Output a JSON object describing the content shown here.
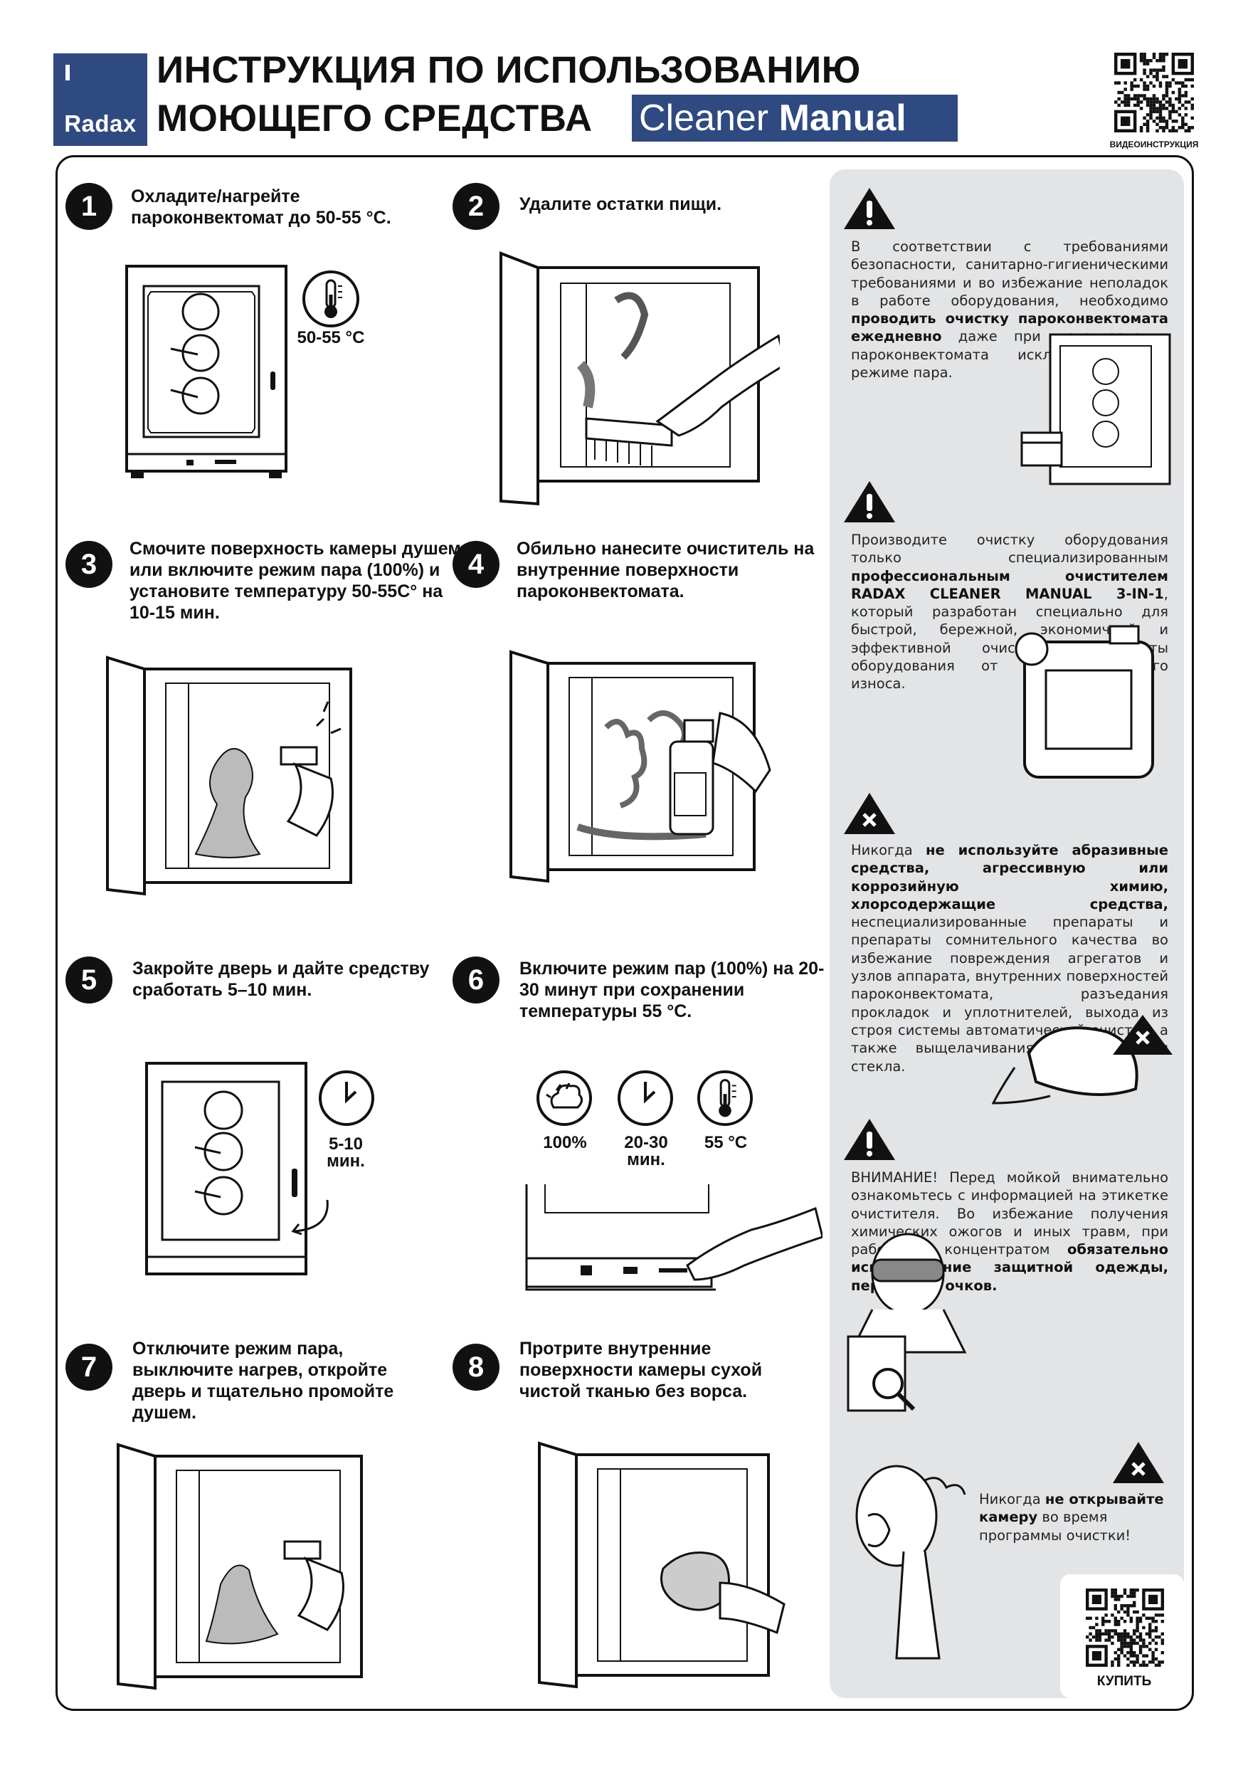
{
  "header": {
    "logo": "Radax",
    "title_line1": "ИНСТРУКЦИЯ ПО ИСПОЛЬЗОВАНИЮ",
    "title_line2": "МОЮЩЕГО СРЕДСТВА",
    "badge_light": "Cleaner ",
    "badge_bold": "Manual",
    "qr_video_label": "ВИДЕОИНСТРУКЦИЯ"
  },
  "steps": [
    {
      "num": "1",
      "text": "Охладите/нагрейте пароконвектомат до 50-55 °С."
    },
    {
      "num": "2",
      "text": "Удалите остатки пищи."
    },
    {
      "num": "3",
      "text": "Смочите поверхность камеры душем или включите режим пара (100%) и установите температуру 50-55С° на 10-15 мин."
    },
    {
      "num": "4",
      "text": "Обильно нанесите очиститель на внутренние поверхности пароконвектомата."
    },
    {
      "num": "5",
      "text": "Закройте дверь и дайте средству сработать 5–10 мин."
    },
    {
      "num": "6",
      "text": "Включите режим пар (100%) на 20-30 минут при сохранении температуры 55 °С."
    },
    {
      "num": "7",
      "text": "Отключите режим пара, выключите нагрев, откройте дверь и тщательно промойте душем."
    },
    {
      "num": "8",
      "text": "Протрите внутренние поверхности камеры сухой чистой тканью без ворса."
    }
  ],
  "icon_labels": {
    "s1_temp": "50-55 °C",
    "s5_time": "5-10\nмин.",
    "s6_steam": "100%",
    "s6_time": "20-30\nмин.",
    "s6_temp": "55 °C"
  },
  "sidebar": {
    "warn1": {
      "pre": "В соответствии с требованиями безопасности, санитарно-гигиеническими требованиями и во избежание неполадок в работе оборудования, необходимо ",
      "bold": "проводить очистку пароконвектомата ежедневно",
      "post": " даже при использовании пароконвектомата исключительно в режиме пара."
    },
    "warn2": {
      "pre": "Производите очистку оборудования только специализированным ",
      "bold": "профессиональным очистителем RADAX CLEANER MANUAL 3-IN-1",
      "post": ", который разработан специально для быстрой, бережной, экономичной и эффективной очистки и защиты оборудования от преждевременного износа."
    },
    "warn3": {
      "pre": "Никогда ",
      "bold": "не используйте абразивные средства, агрессивную или коррозийную химию, хлорсодержащие средства,",
      "post": " неспециализированные препараты и препараты сомнительного качества во избежание повреждения агрегатов и узлов аппарата, внутренних поверхностей пароконвектомата, разъедания прокладок и уплотнителей, выхода из строя системы автоматической очистки, а также выщелачивания и помутнения стекла."
    },
    "warn4": {
      "pre": "ВНИМАНИЕ! Перед мойкой внимательно ознакомьтесь с информацией на этикетке очистителя. Во избежание получения химических ожогов и иных травм, при работе с концентратом ",
      "bold": "обязательно использование защитной одежды, перчаток и очков.",
      "post": ""
    },
    "warn5": {
      "pre": "Никогда ",
      "bold": "не открывайте камеру",
      "post": " во время программы очистки!"
    },
    "qr_buy_label": "КУПИТЬ"
  }
}
